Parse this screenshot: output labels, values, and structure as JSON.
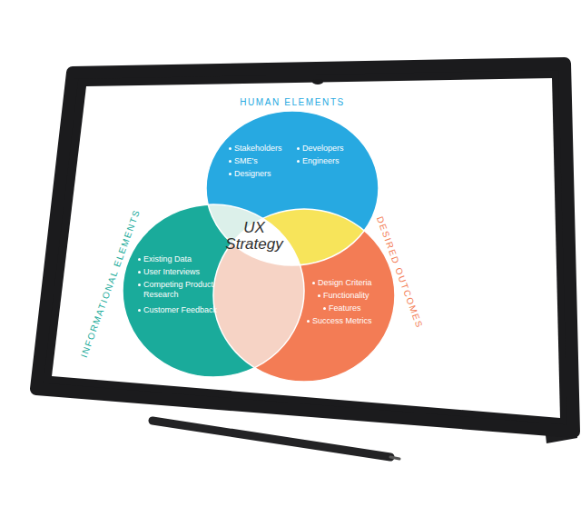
{
  "diagram": {
    "nodes": [
      {
        "text": [
          "HUMAN ELEMENTS",
          "Stakeholders",
          "SME's",
          "Designers",
          "Developers",
          "Engineers"
        ]
      },
      {
        "text": [
          "INFORMATIONAL ELEMENTS",
          "Existing Data",
          "User Interviews",
          "Competing Product Research",
          "Customer Feedback"
        ]
      },
      {
        "text": [
          "UX Strategy"
        ]
      },
      {
        "text": [
          "DESIRED OUTCOMES",
          "Design Criteria",
          "Functionality",
          "Features",
          "Success Metrics"
        ]
      }
    ]
  }
}
